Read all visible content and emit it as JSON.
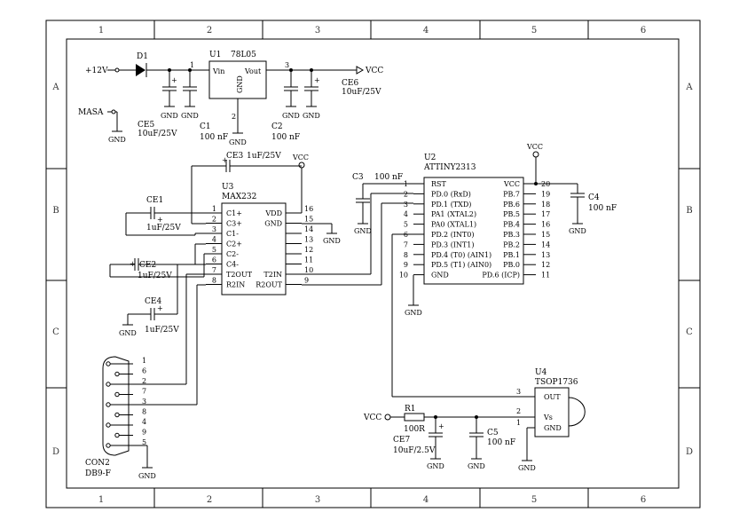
{
  "grid": {
    "columns": [
      "1",
      "2",
      "3",
      "4",
      "5",
      "6"
    ],
    "rows": [
      "A",
      "B",
      "C",
      "D"
    ]
  },
  "power": {
    "input_label": "+12V",
    "vcc": "VCC",
    "gnd": "GND",
    "masa": "MASA"
  },
  "parts": {
    "d1": "D1",
    "u1": {
      "ref": "U1",
      "value": "78L05",
      "vin": "Vin",
      "vout": "Vout",
      "gnd": "GND",
      "pin1": "1",
      "pin2": "2",
      "pin3": "3"
    },
    "ce5": {
      "ref": "CE5",
      "value": "10uF/25V"
    },
    "c1": {
      "ref": "C1",
      "value": "100 nF"
    },
    "c2": {
      "ref": "C2",
      "value": "100 nF"
    },
    "ce6": {
      "ref": "CE6",
      "value": "10uF/25V"
    },
    "ce3": {
      "ref": "CE3",
      "value": "1uF/25V"
    },
    "ce1": {
      "ref": "CE1",
      "value": "1uF/25V"
    },
    "ce2": {
      "ref": "CE2",
      "value": "1uF/25V"
    },
    "ce4": {
      "ref": "CE4",
      "value": "1uF/25V"
    },
    "c3": {
      "ref": "C3",
      "value": "100 nF"
    },
    "c4": {
      "ref": "C4",
      "value": "100 nF"
    },
    "c5": {
      "ref": "C5",
      "value": "100 nF"
    },
    "ce7": {
      "ref": "CE7",
      "value": "10uF/2.5V"
    },
    "r1": {
      "ref": "R1",
      "value": "100R"
    },
    "u3": {
      "ref": "U3",
      "value": "MAX232",
      "left_names": [
        "C1+",
        "C3+",
        "C1-",
        "C2+",
        "C2-",
        "C4-",
        "T2OUT",
        "R2IN"
      ],
      "left_nums": [
        "1",
        "2",
        "3",
        "4",
        "5",
        "6",
        "7",
        "8"
      ],
      "right_names": [
        "VDD",
        "GND",
        "",
        "",
        "",
        "",
        "T2IN",
        "R2OUT"
      ],
      "right_nums": [
        "16",
        "15",
        "14",
        "13",
        "12",
        "11",
        "10",
        "9"
      ]
    },
    "u2": {
      "ref": "U2",
      "value": "ATTINY2313",
      "left_names": [
        "RST",
        "PD.0 (RxD)",
        "PD.1 (TXD)",
        "PA1 (XTAL2)",
        "PA0 (XTAL1)",
        "PD.2 (INT0)",
        "PD.3 (INT1)",
        "PD.4 (T0) (AIN1)",
        "PD.5 (T1) (AIN0)",
        "GND"
      ],
      "left_nums": [
        "1",
        "2",
        "3",
        "4",
        "5",
        "6",
        "7",
        "8",
        "9",
        "10"
      ],
      "right_names": [
        "VCC",
        "PB.7",
        "PB.6",
        "PB.5",
        "PB.4",
        "PB.3",
        "PB.2",
        "PB.1",
        "PB.0",
        "PD.6 (ICP)"
      ],
      "right_nums": [
        "20",
        "19",
        "18",
        "17",
        "16",
        "15",
        "14",
        "13",
        "12",
        "11"
      ]
    },
    "u4": {
      "ref": "U4",
      "value": "TSOP1736",
      "out": "OUT",
      "vs": "Vs",
      "gnd": "GND",
      "pin_out": "3",
      "pin_vs": "2",
      "pin_gnd": "1"
    },
    "con2": {
      "ref": "CON2",
      "value": "DB9-F",
      "pins": [
        "1",
        "6",
        "2",
        "7",
        "3",
        "8",
        "4",
        "9",
        "5"
      ]
    }
  }
}
